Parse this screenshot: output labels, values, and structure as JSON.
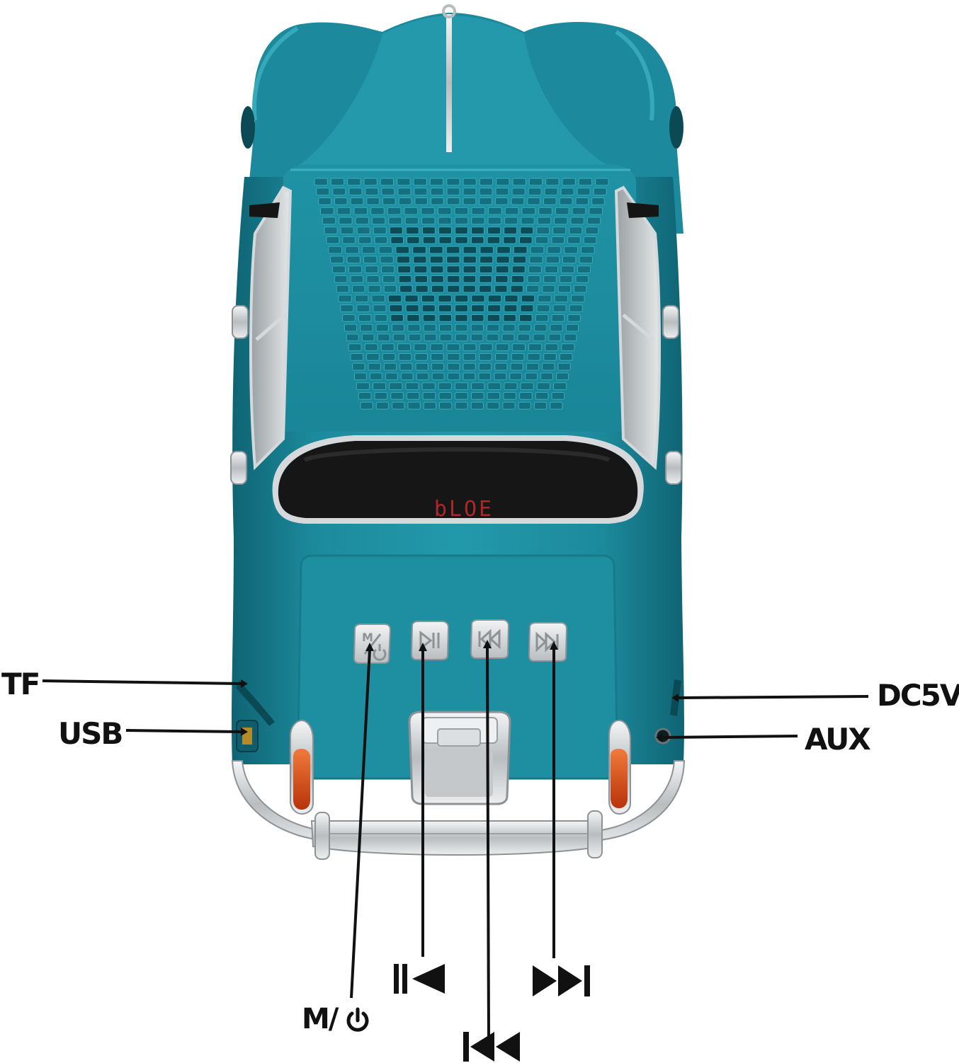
{
  "colors": {
    "body": "#1c8a9c",
    "body_dark": "#0f6473",
    "body_light": "#35a9ba",
    "chrome": "#d6d9db",
    "chrome_dark": "#8d9296",
    "window": "#141414",
    "lcd_red": "#c0282a",
    "tail_light": "#e24a12",
    "line": "#111111"
  },
  "display": {
    "readout": "bLOE"
  },
  "buttons": {
    "mode_power": "M/⏻",
    "play_pause": "▶II",
    "previous": "I◀◀",
    "next": "▶▶I"
  },
  "callouts": {
    "tf": "TF",
    "usb": "USB",
    "dc5v": "DC5V",
    "aux": "AUX",
    "mode_power": "M/",
    "power_icon": "power-icon",
    "play_pause_icon": "play-pause-icon",
    "previous_icon": "previous-track-icon",
    "next_icon": "next-track-icon"
  }
}
